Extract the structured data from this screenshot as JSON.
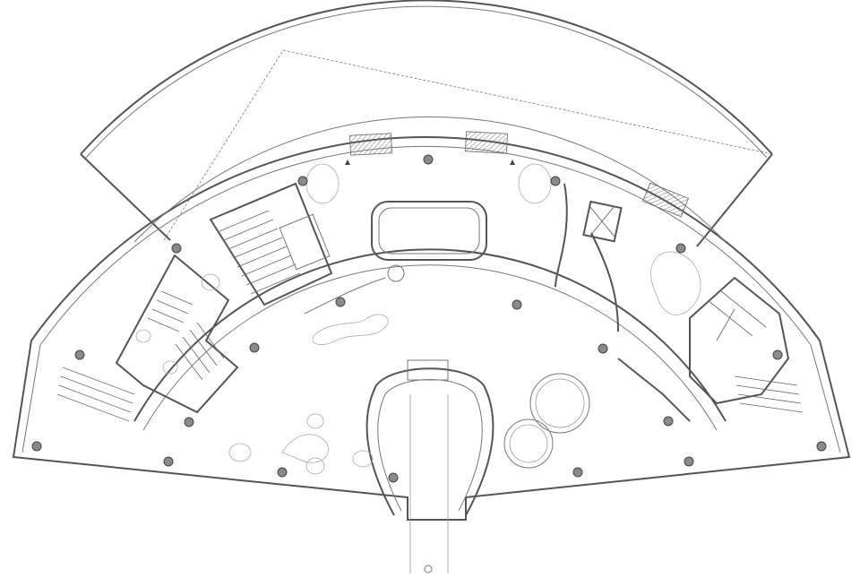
{
  "drawing": {
    "kind": "architectural-floor-plan",
    "style": "monochrome line drawing",
    "stroke_color": "#555555",
    "column_color": "#8a8a8a",
    "background": "#ffffff",
    "elements": {
      "structural_columns": 20,
      "hatched_planters": 3,
      "stairwells": 3,
      "circular_features": 2
    }
  }
}
